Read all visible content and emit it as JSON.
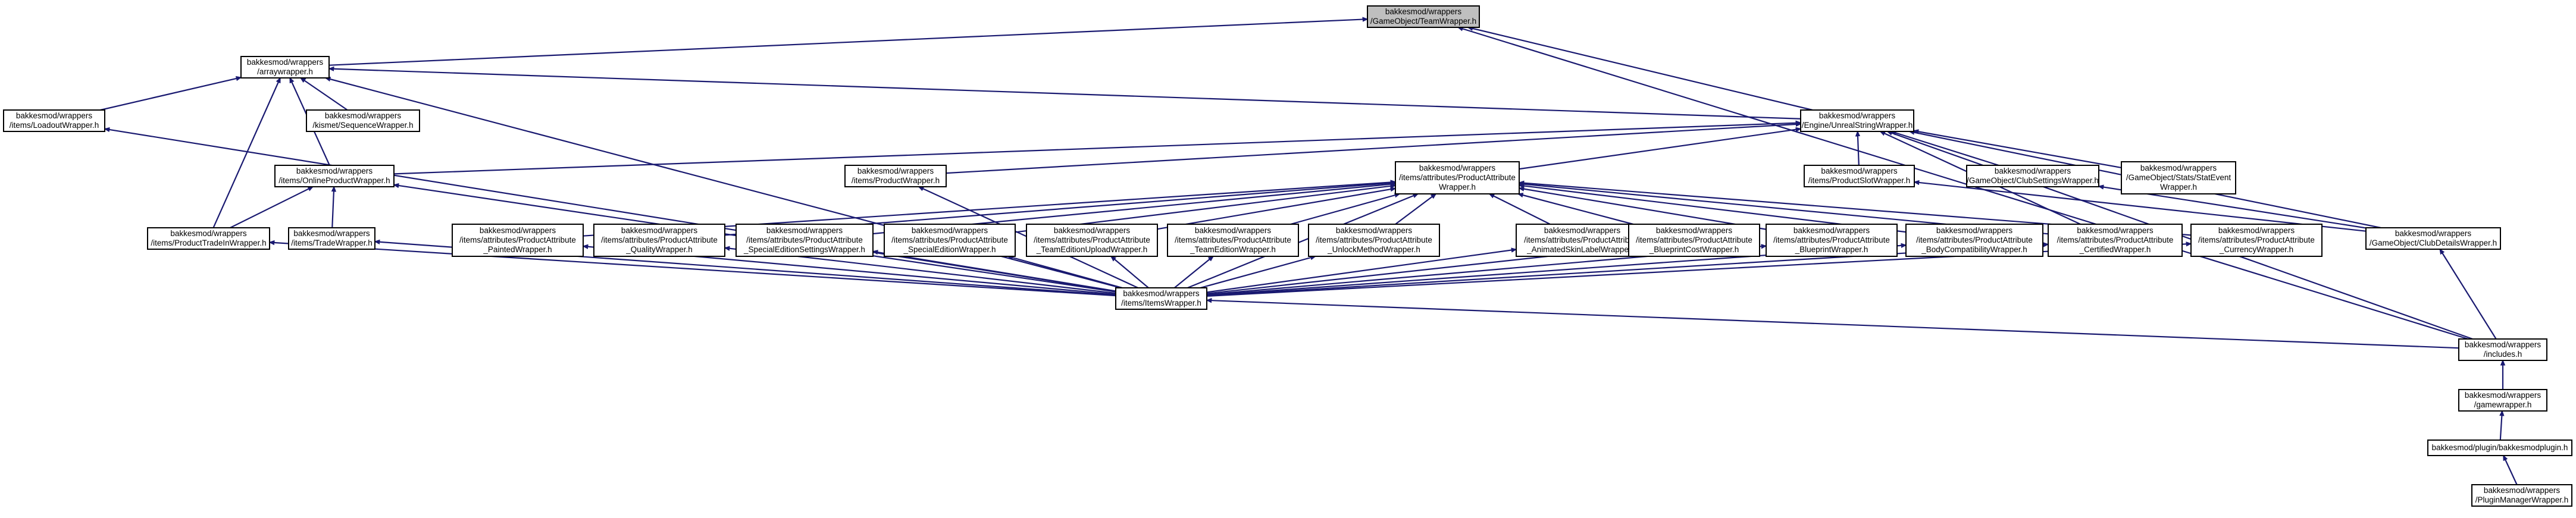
{
  "graph": {
    "title": "GameObject/TeamWrapper.h include dependency graph",
    "colors": {
      "edge": "#191970",
      "root_fill": "#bfbfbf",
      "node_fill": "#ffffff",
      "border": "#000000"
    },
    "nodes": [
      {
        "id": "team",
        "lines": [
          "bakkesmod/wrappers",
          "/GameObject/TeamWrapper.h"
        ],
        "root": true
      },
      {
        "id": "array",
        "lines": [
          "bakkesmod/wrappers",
          "/arraywrapper.h"
        ]
      },
      {
        "id": "loadout",
        "lines": [
          "bakkesmod/wrappers",
          "/items/LoadoutWrapper.h"
        ]
      },
      {
        "id": "kismet",
        "lines": [
          "bakkesmod/wrappers",
          "/kismet/SequenceWrapper.h"
        ]
      },
      {
        "id": "unreal",
        "lines": [
          "bakkesmod/wrappers",
          "/Engine/UnrealStringWrapper.h"
        ]
      },
      {
        "id": "onlineprod",
        "lines": [
          "bakkesmod/wrappers",
          "/items/OnlineProductWrapper.h"
        ]
      },
      {
        "id": "product",
        "lines": [
          "bakkesmod/wrappers",
          "/items/ProductWrapper.h"
        ]
      },
      {
        "id": "prodattr",
        "lines": [
          "bakkesmod/wrappers",
          "/items/attributes/ProductAttribute",
          "Wrapper.h"
        ]
      },
      {
        "id": "prodslot",
        "lines": [
          "bakkesmod/wrappers",
          "/items/ProductSlotWrapper.h"
        ]
      },
      {
        "id": "clubsettings",
        "lines": [
          "bakkesmod/wrappers",
          "/GameObject/ClubSettingsWrapper.h"
        ]
      },
      {
        "id": "statevent",
        "lines": [
          "bakkesmod/wrappers",
          "/GameObject/Stats/StatEvent",
          "Wrapper.h"
        ]
      },
      {
        "id": "prodtradein",
        "lines": [
          "bakkesmod/wrappers",
          "/items/ProductTradeInWrapper.h"
        ]
      },
      {
        "id": "trade",
        "lines": [
          "bakkesmod/wrappers",
          "/items/TradeWrapper.h"
        ]
      },
      {
        "id": "painted",
        "lines": [
          "bakkesmod/wrappers",
          "/items/attributes/ProductAttribute",
          "_PaintedWrapper.h"
        ]
      },
      {
        "id": "quality",
        "lines": [
          "bakkesmod/wrappers",
          "/items/attributes/ProductAttribute",
          "_QualityWrapper.h"
        ]
      },
      {
        "id": "specialedsettings",
        "lines": [
          "bakkesmod/wrappers",
          "/items/attributes/ProductAttribute",
          "_SpecialEditionSettingsWrapper.h"
        ]
      },
      {
        "id": "specialed",
        "lines": [
          "bakkesmod/wrappers",
          "/items/attributes/ProductAttribute",
          "_SpecialEditionWrapper.h"
        ]
      },
      {
        "id": "teamupload",
        "lines": [
          "bakkesmod/wrappers",
          "/items/attributes/ProductAttribute",
          "_TeamEditionUploadWrapper.h"
        ]
      },
      {
        "id": "teamedition",
        "lines": [
          "bakkesmod/wrappers",
          "/items/attributes/ProductAttribute",
          "_TeamEditionWrapper.h"
        ]
      },
      {
        "id": "unlock",
        "lines": [
          "bakkesmod/wrappers",
          "/items/attributes/ProductAttribute",
          "_UnlockMethodWrapper.h"
        ]
      },
      {
        "id": "animskin",
        "lines": [
          "bakkesmod/wrappers",
          "/items/attributes/ProductAttribute",
          "_AnimatedSkinLabelWrapper.h"
        ]
      },
      {
        "id": "bpcost",
        "lines": [
          "bakkesmod/wrappers",
          "/items/attributes/ProductAttribute",
          "_BlueprintCostWrapper.h"
        ]
      },
      {
        "id": "blueprint",
        "lines": [
          "bakkesmod/wrappers",
          "/items/attributes/ProductAttribute",
          "_BlueprintWrapper.h"
        ]
      },
      {
        "id": "bodycompat",
        "lines": [
          "bakkesmod/wrappers",
          "/items/attributes/ProductAttribute",
          "_BodyCompatibilityWrapper.h"
        ]
      },
      {
        "id": "certified",
        "lines": [
          "bakkesmod/wrappers",
          "/items/attributes/ProductAttribute",
          "_CertifiedWrapper.h"
        ]
      },
      {
        "id": "currency",
        "lines": [
          "bakkesmod/wrappers",
          "/items/attributes/ProductAttribute",
          "_CurrencyWrapper.h"
        ]
      },
      {
        "id": "clubdetails",
        "lines": [
          "bakkesmod/wrappers",
          "/GameObject/ClubDetailsWrapper.h"
        ]
      },
      {
        "id": "items",
        "lines": [
          "bakkesmod/wrappers",
          "/items/ItemsWrapper.h"
        ]
      },
      {
        "id": "includes",
        "lines": [
          "bakkesmod/wrappers",
          "/includes.h"
        ]
      },
      {
        "id": "gamewrapper",
        "lines": [
          "bakkesmod/wrappers",
          "/gamewrapper.h"
        ]
      },
      {
        "id": "plugin",
        "lines": [
          "bakkesmod/plugin/bakkesmodplugin.h"
        ]
      },
      {
        "id": "pluginmgr",
        "lines": [
          "bakkesmod/wrappers",
          "/PluginManagerWrapper.h"
        ]
      }
    ],
    "edges": [
      [
        "array",
        "team"
      ],
      [
        "unreal",
        "team"
      ],
      [
        "includes",
        "team"
      ],
      [
        "loadout",
        "array"
      ],
      [
        "kismet",
        "array"
      ],
      [
        "onlineprod",
        "array"
      ],
      [
        "prodtradein",
        "array"
      ],
      [
        "items",
        "array"
      ],
      [
        "unreal",
        "array"
      ],
      [
        "items",
        "loadout"
      ],
      [
        "onlineprod",
        "unreal"
      ],
      [
        "product",
        "unreal"
      ],
      [
        "prodattr",
        "unreal"
      ],
      [
        "prodslot",
        "unreal"
      ],
      [
        "clubsettings",
        "unreal"
      ],
      [
        "statevent",
        "unreal"
      ],
      [
        "clubdetails",
        "unreal"
      ],
      [
        "includes",
        "unreal"
      ],
      [
        "certified",
        "unreal"
      ],
      [
        "prodtradein",
        "onlineprod"
      ],
      [
        "trade",
        "onlineprod"
      ],
      [
        "items",
        "onlineprod"
      ],
      [
        "items",
        "product"
      ],
      [
        "items",
        "prodattr"
      ],
      [
        "painted",
        "prodattr"
      ],
      [
        "quality",
        "prodattr"
      ],
      [
        "specialedsettings",
        "prodattr"
      ],
      [
        "specialed",
        "prodattr"
      ],
      [
        "teamupload",
        "prodattr"
      ],
      [
        "teamedition",
        "prodattr"
      ],
      [
        "unlock",
        "prodattr"
      ],
      [
        "animskin",
        "prodattr"
      ],
      [
        "bpcost",
        "prodattr"
      ],
      [
        "blueprint",
        "prodattr"
      ],
      [
        "bodycompat",
        "prodattr"
      ],
      [
        "certified",
        "prodattr"
      ],
      [
        "currency",
        "prodattr"
      ],
      [
        "clubdetails",
        "prodslot"
      ],
      [
        "clubdetails",
        "clubsettings"
      ],
      [
        "items",
        "prodtradein"
      ],
      [
        "items",
        "trade"
      ],
      [
        "items",
        "painted"
      ],
      [
        "items",
        "quality"
      ],
      [
        "items",
        "specialedsettings"
      ],
      [
        "items",
        "specialed"
      ],
      [
        "items",
        "teamupload"
      ],
      [
        "items",
        "teamedition"
      ],
      [
        "items",
        "unlock"
      ],
      [
        "items",
        "animskin"
      ],
      [
        "items",
        "bpcost"
      ],
      [
        "items",
        "blueprint"
      ],
      [
        "items",
        "bodycompat"
      ],
      [
        "items",
        "certified"
      ],
      [
        "items",
        "currency"
      ],
      [
        "includes",
        "clubdetails"
      ],
      [
        "includes",
        "items"
      ],
      [
        "gamewrapper",
        "includes"
      ],
      [
        "plugin",
        "gamewrapper"
      ],
      [
        "pluginmgr",
        "plugin"
      ]
    ]
  }
}
